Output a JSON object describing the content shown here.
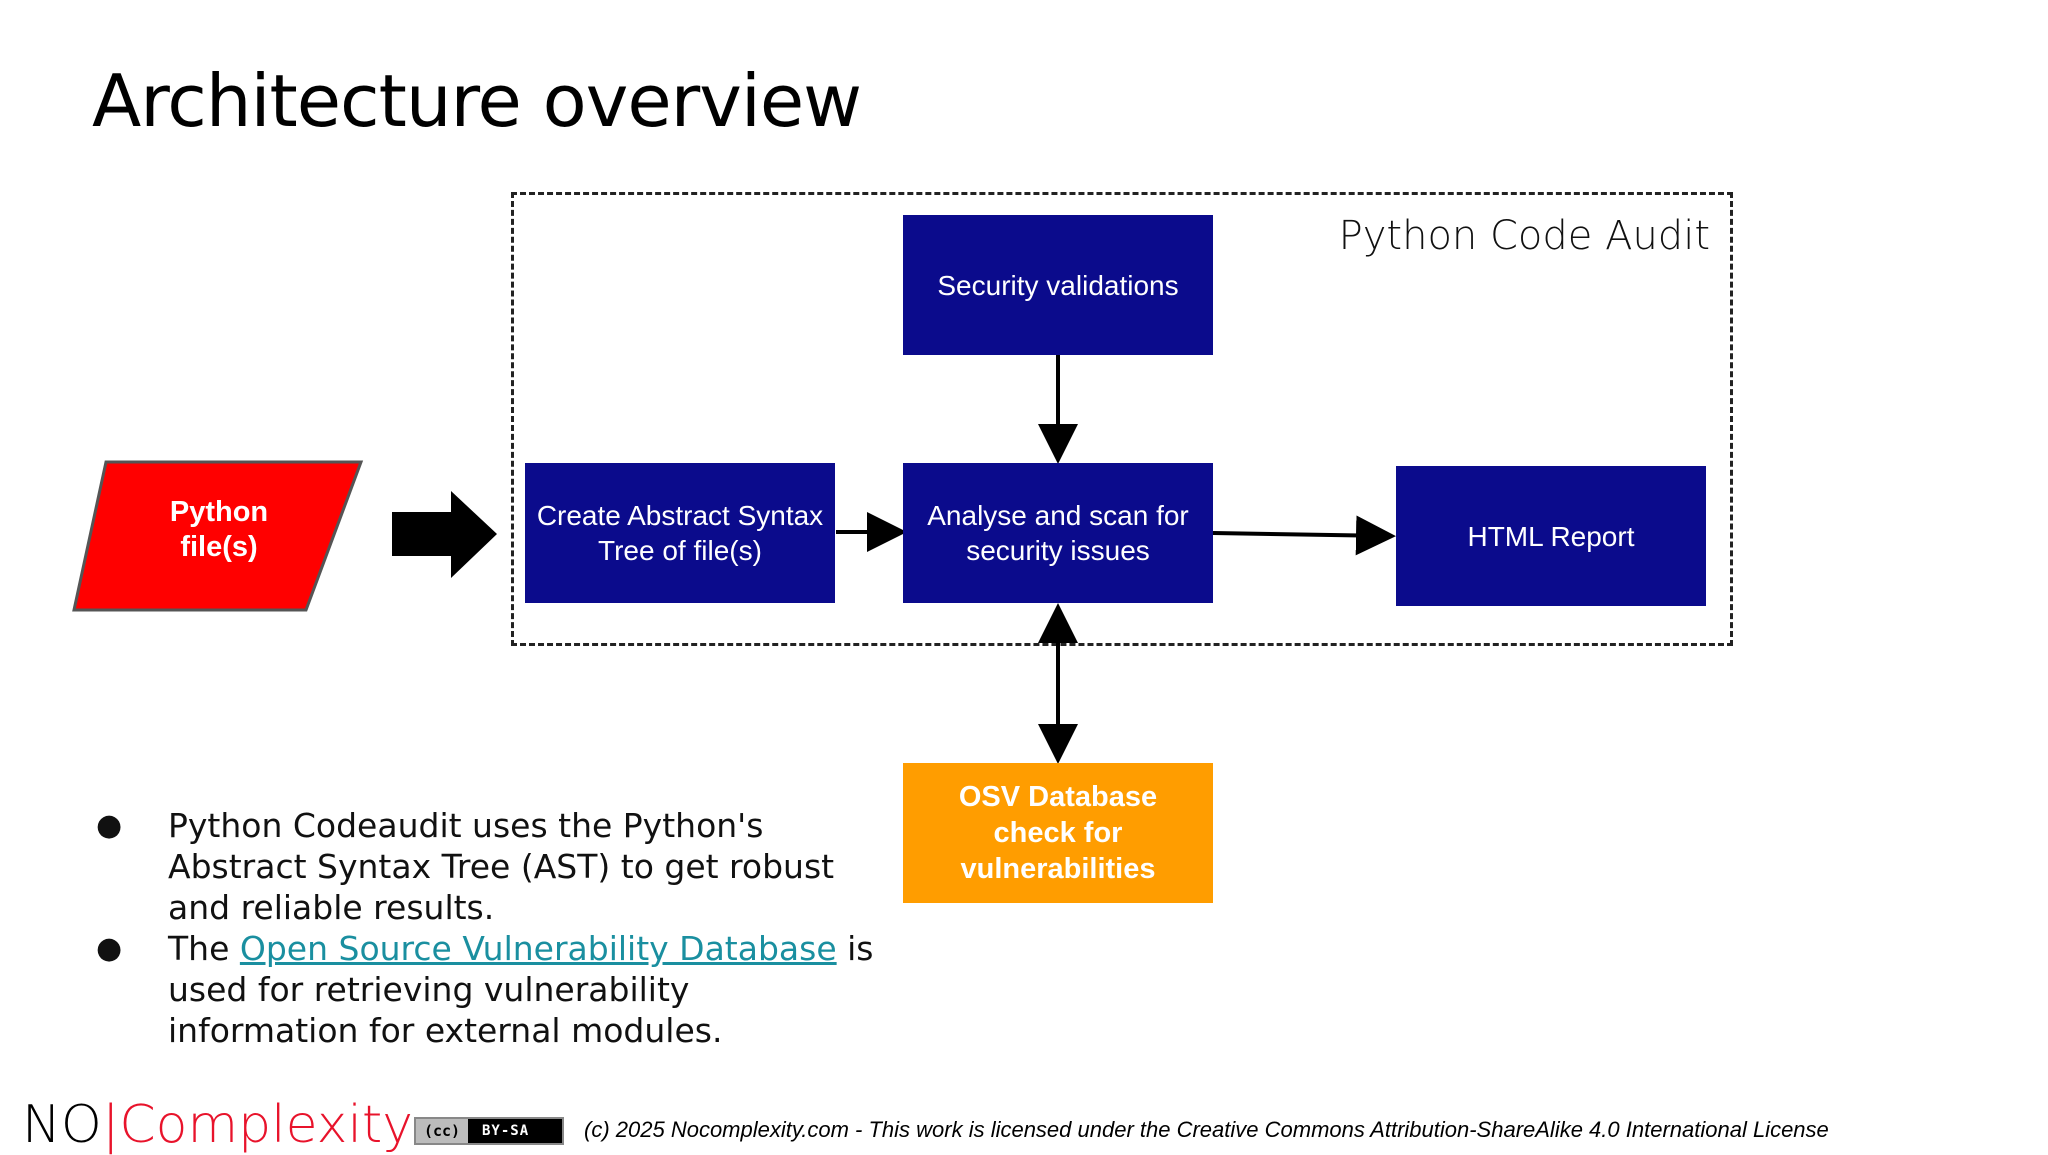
{
  "slide": {
    "title": "Architecture overview"
  },
  "diagram": {
    "boundary_label": "Python Code Audit",
    "input": {
      "line1": "Python",
      "line2": "file(s)",
      "color": "#ff0000"
    },
    "nodes": {
      "ast": "Create Abstract Syntax Tree of file(s)",
      "security": "Security validations",
      "analyse": "Analyse and scan for security issues",
      "report": "HTML Report",
      "osv": "OSV Database check for vulnerabilities"
    },
    "colors": {
      "process_box": "#0b0b8c",
      "database_box": "#ff9d00",
      "input_shape": "#ff0000"
    }
  },
  "bullets": {
    "item1": "Python Codeaudit uses the Python's Abstract Syntax Tree (AST) to get robust and reliable results.",
    "item2_pre": "The ",
    "item2_link": "Open Source Vulnerability Database",
    "item2_post": " is used for retrieving vulnerability information for external modules."
  },
  "footer": {
    "logo_no": "NO",
    "logo_bar": "|",
    "logo_complexity": "Complexity",
    "cc_left": "(cc)",
    "cc_right": "BY-SA",
    "license_text": "(c) 2025 Nocomplexity.com - This work is licensed under the Creative Commons Attribution-ShareAlike 4.0 International License"
  }
}
